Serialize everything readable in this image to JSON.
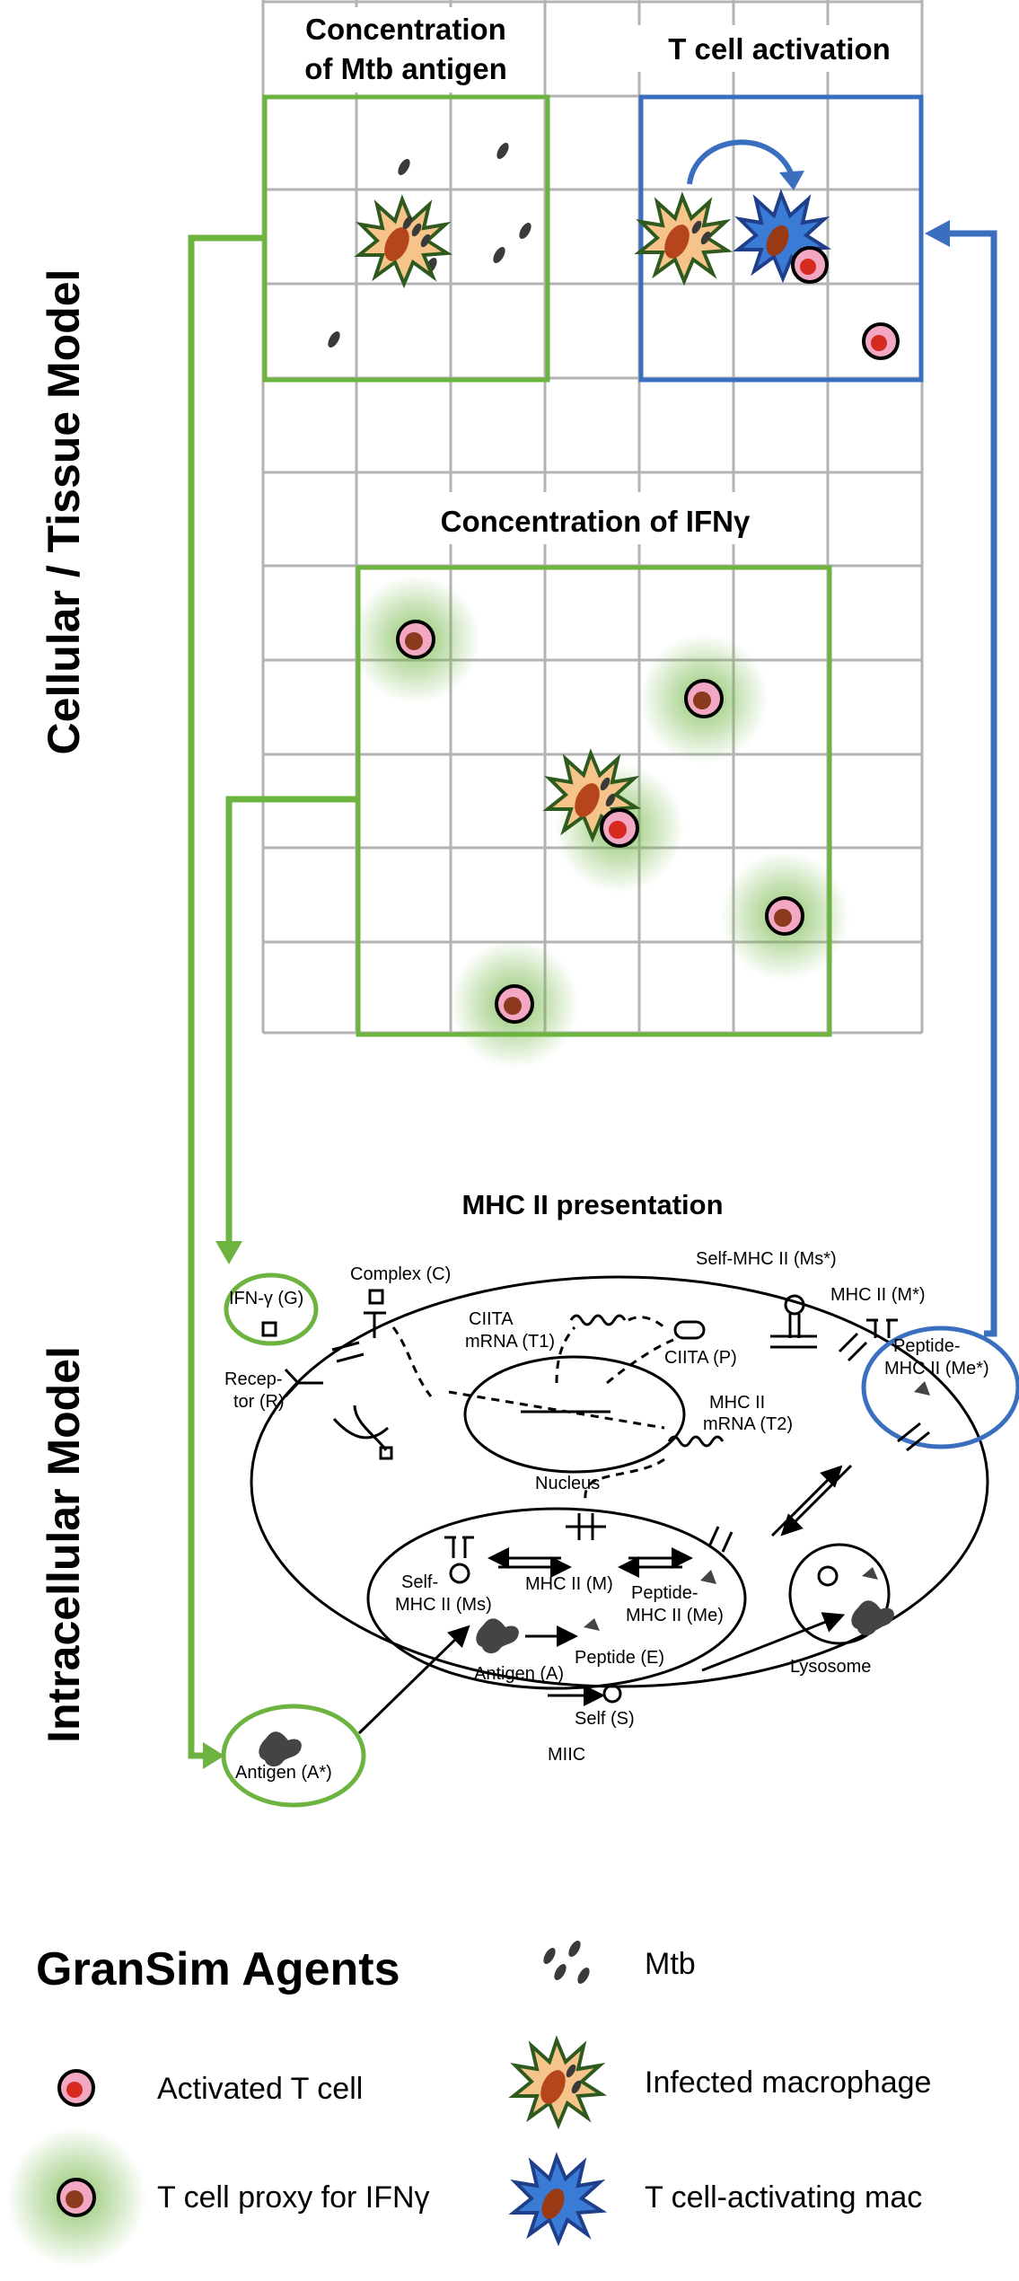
{
  "side_labels": {
    "cellular": "Cellular / Tissue Model",
    "intracellular": "Intracellular Model"
  },
  "panels": {
    "mtb_antigen_line1": "Concentration",
    "mtb_antigen_line2": "of Mtb antigen",
    "t_cell_activation": "T cell activation",
    "ifn_concentration": "Concentration of IFNγ"
  },
  "mhc": {
    "title": "MHC II presentation",
    "ifn_g": "IFN-γ (G)",
    "complex": "Complex (C)",
    "receptor_l1": "Recep-",
    "receptor_l2": "tor (R)",
    "ciita_mrna_l1": "CIITA",
    "ciita_mrna_l2": "mRNA (T1)",
    "ciita_p": "CIITA (P)",
    "nucleus": "Nucleus",
    "mhc_mrna_l1": "MHC II",
    "mhc_mrna_l2": "mRNA (T2)",
    "self_mhc_surface": "Self-MHC II (Ms*)",
    "mhc_surface": "MHC II (M*)",
    "peptide_mhc_surface_l1": "Peptide-",
    "peptide_mhc_surface_l2": "MHC II (Me*)",
    "self_mhc_l1": "Self-",
    "self_mhc_l2": "MHC II (Ms)",
    "mhc_m": "MHC II (M)",
    "peptide_mhc_l1": "Peptide-",
    "peptide_mhc_l2": "MHC II (Me)",
    "antigen_a": "Antigen (A)",
    "peptide_e": "Peptide (E)",
    "self_s": "Self (S)",
    "lysosome": "Lysosome",
    "miic": "MIIC",
    "antigen_ext": "Antigen (A*)"
  },
  "legend": {
    "title": "GranSim Agents",
    "mtb": "Mtb",
    "activated_t": "Activated T cell",
    "infected_mac": "Infected macrophage",
    "t_proxy": "T cell proxy for IFNγ",
    "t_activating_mac": "T cell-activating mac"
  },
  "colors": {
    "green": "#6db33f",
    "blue": "#3a6fbf",
    "grid": "#b3b3b3",
    "tcell_pink": "#f2a7c3",
    "tcell_core": "#8b3a1e"
  }
}
